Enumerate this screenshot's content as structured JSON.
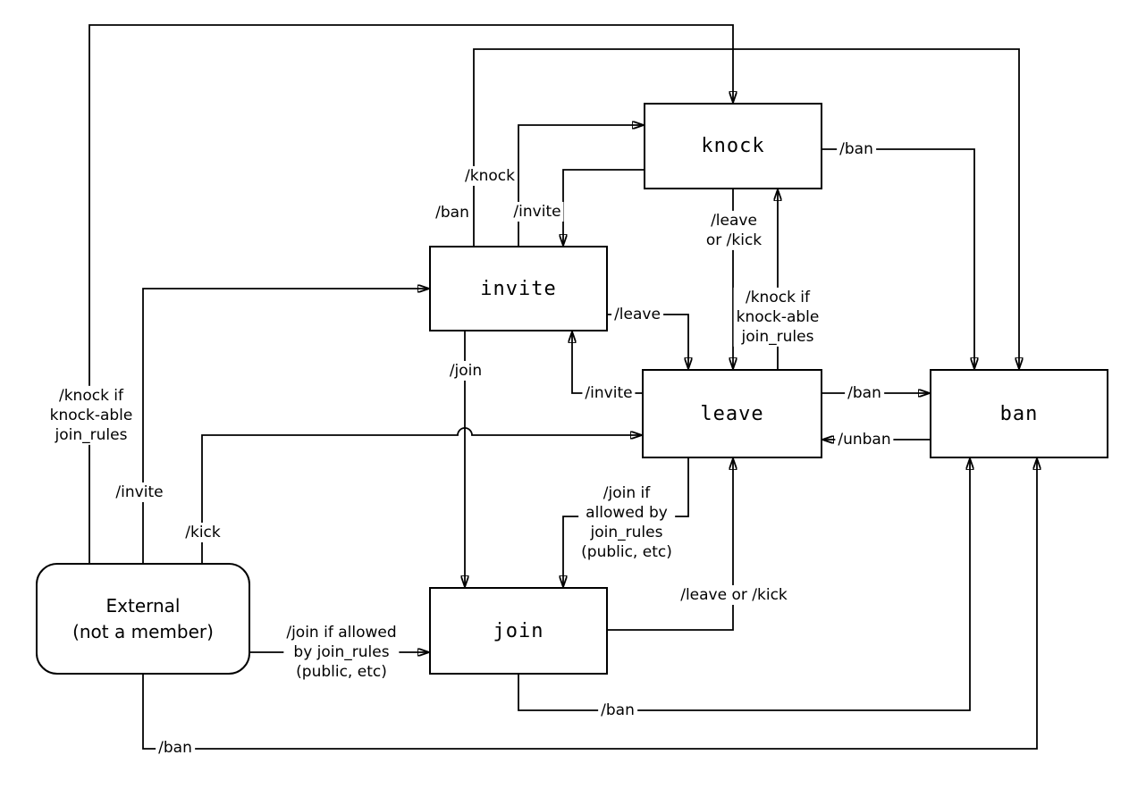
{
  "diagram": {
    "background_color": "#ffffff",
    "line_color": "#000000",
    "nodes": {
      "knock": {
        "label": "knock"
      },
      "invite": {
        "label": "invite"
      },
      "leave": {
        "label": "leave"
      },
      "ban": {
        "label": "ban"
      },
      "join": {
        "label": "join"
      },
      "external": {
        "label": "External\n(not a member)"
      }
    },
    "edge_labels": {
      "external_to_knock": "/knock if\nknock-able\njoin_rules",
      "external_to_invite": "/invite",
      "external_to_leave": "/kick",
      "external_to_join": "/join if allowed\nby join_rules\n(public, etc)",
      "external_to_ban": "/ban",
      "knock_to_invite": "/invite",
      "knock_to_leave": "/leave\nor /kick",
      "knock_to_ban": "/ban",
      "invite_to_knock": "/knock",
      "invite_to_join": "/join",
      "invite_to_leave": "/leave",
      "invite_to_ban": "/ban",
      "leave_to_knock": "/knock if\nknock-able\njoin_rules",
      "leave_to_invite": "/invite",
      "leave_to_join": "/join if\nallowed by\njoin_rules\n(public, etc)",
      "leave_to_ban": "/ban",
      "join_to_leave": "/leave or /kick",
      "join_to_ban": "/ban",
      "ban_to_leave": "/unban"
    }
  }
}
